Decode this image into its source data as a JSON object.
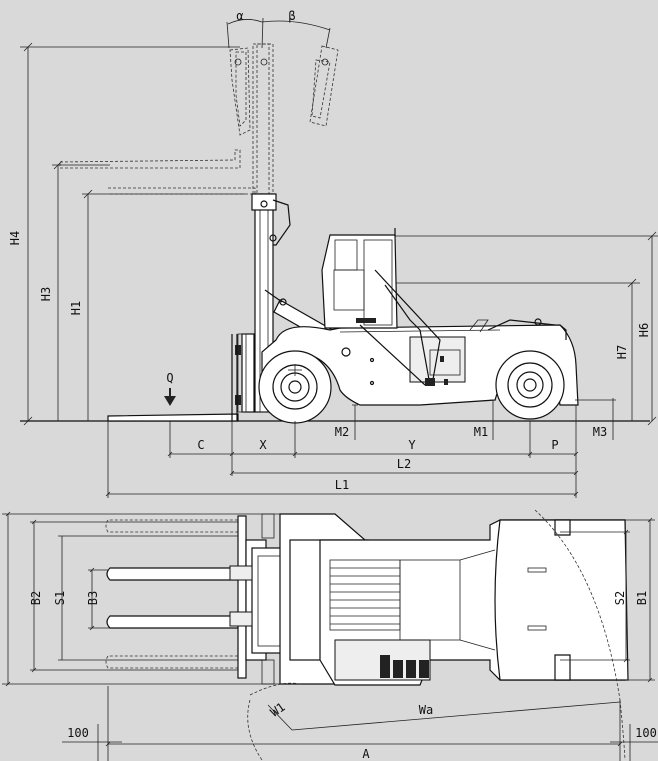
{
  "labels": {
    "a": "α",
    "b": "β",
    "h4": "H4",
    "h3": "H3",
    "h1": "H1",
    "h6": "H6",
    "h7": "H7",
    "q": "Q",
    "c": "C",
    "x": "X",
    "m2": "M2",
    "y": "Y",
    "m1": "M1",
    "p": "P",
    "m3": "M3",
    "l2": "L2",
    "l1": "L1",
    "b2": "B2",
    "s1": "S1",
    "b3": "B3",
    "s2": "S2",
    "b1": "B1",
    "w1": "W1",
    "wa": "Wa",
    "a_dim": "A",
    "dim100_left": "100",
    "dim100_right": "100"
  },
  "colors": {
    "background": "#d9d9d9",
    "line": "#111111",
    "fill": "#ffffff"
  }
}
